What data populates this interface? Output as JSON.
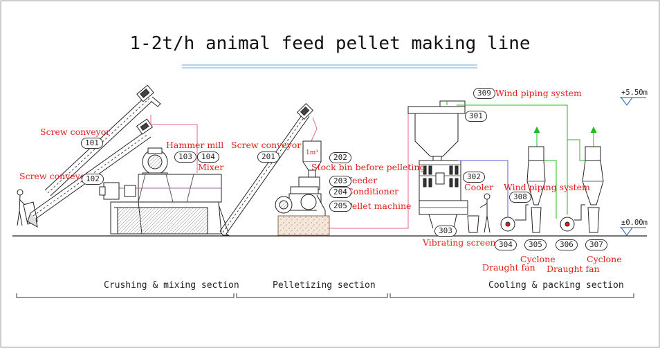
{
  "title": "1-2t/h animal feed pellet making line",
  "labels": {
    "screw_conveyor_1": "Screw conveyor",
    "screw_conveyor_2": "Screw conveyor",
    "screw_conveyor_3": "Screw conveyor",
    "hammer_mill": "Hammer mill",
    "mixer": "Mixer",
    "stock_bin": "Stock bin before pelleting",
    "feeder": "Feeder",
    "conditioner": "Conditioner",
    "pellet_machine": "Pellet machine",
    "wind_piping_top": "Wind piping system",
    "wind_piping_mid": "Wind piping system",
    "cooler": "Cooler",
    "vibrating_screener": "Vibrating screener",
    "draught_fan_1": "Draught fan",
    "draught_fan_2": "Draught fan",
    "cyclone_1": "Cyclone",
    "cyclone_2": "Cyclone",
    "bin_volume": "1m³"
  },
  "numbers": {
    "n101": "101",
    "n102": "102",
    "n103": "103",
    "n104": "104",
    "n201": "201",
    "n202": "202",
    "n203": "203",
    "n204": "204",
    "n205": "205",
    "n301": "301",
    "n302": "302",
    "n303": "303",
    "n304": "304",
    "n305": "305",
    "n306": "306",
    "n307": "307",
    "n308": "308",
    "n309": "309"
  },
  "elevations": {
    "top": "+5.50m",
    "ground": "±0.00m"
  },
  "sections": {
    "crushing": "Crushing & mixing section",
    "pelletizing": "Pelletizing section",
    "cooling": "Cooling & packing section"
  },
  "colors": {
    "label_red": "#e0201a",
    "wind_green": "#22bb22",
    "pipe_blue": "#5a5adf",
    "pipe_pink": "#e06a8a"
  }
}
